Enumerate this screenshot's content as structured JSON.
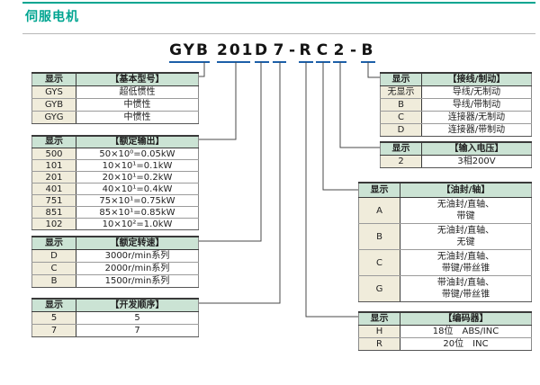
{
  "page": {
    "title": "伺服电机",
    "accent_color": "#00a591",
    "underline_color": "#1c5fa8"
  },
  "model_code": {
    "full": "GYB201D7-RC2-B",
    "segments": [
      "GYB",
      "201",
      "D",
      "7",
      "-",
      "R",
      "C",
      "2",
      "-",
      "B"
    ]
  },
  "tables": {
    "basic_model": {
      "col_display": "显示",
      "title": "【基本型号】",
      "rows": [
        {
          "code": "GYS",
          "desc": "超低惯性"
        },
        {
          "code": "GYB",
          "desc": "中惯性"
        },
        {
          "code": "GYG",
          "desc": "中惯性"
        }
      ]
    },
    "rated_output": {
      "col_display": "显示",
      "title": "【额定输出】",
      "rows": [
        {
          "code": "500",
          "desc": "50×10⁰=0.05kW"
        },
        {
          "code": "101",
          "desc": "10×10¹=0.1kW"
        },
        {
          "code": "201",
          "desc": "20×10¹=0.2kW"
        },
        {
          "code": "401",
          "desc": "40×10¹=0.4kW"
        },
        {
          "code": "751",
          "desc": "75×10¹=0.75kW"
        },
        {
          "code": "851",
          "desc": "85×10¹=0.85kW"
        },
        {
          "code": "102",
          "desc": "10×10²=1.0kW"
        }
      ]
    },
    "rated_speed": {
      "col_display": "显示",
      "title": "【额定转速】",
      "rows": [
        {
          "code": "D",
          "desc": "3000r/min系列"
        },
        {
          "code": "C",
          "desc": "2000r/min系列"
        },
        {
          "code": "B",
          "desc": "1500r/min系列"
        }
      ]
    },
    "dev_order": {
      "col_display": "显示",
      "title": "【开发顺序】",
      "rows": [
        {
          "code": "5",
          "desc": "5"
        },
        {
          "code": "7",
          "desc": "7"
        }
      ]
    },
    "wiring_brake": {
      "col_display": "显示",
      "title": "【接线/制动】",
      "rows": [
        {
          "code": "无显示",
          "desc": "导线/无制动"
        },
        {
          "code": "B",
          "desc": "导线/带制动"
        },
        {
          "code": "C",
          "desc": "连接器/无制动"
        },
        {
          "code": "D",
          "desc": "连接器/带制动"
        }
      ]
    },
    "input_voltage": {
      "col_display": "显示",
      "title": "【输入电压】",
      "rows": [
        {
          "code": "2",
          "desc": "3相200V"
        }
      ]
    },
    "oilseal_shaft": {
      "col_display": "显示",
      "title": "【油封/轴】",
      "rows": [
        {
          "code": "A",
          "desc": "无油封/直轴、\n带键"
        },
        {
          "code": "B",
          "desc": "无油封/直轴、\n无键"
        },
        {
          "code": "C",
          "desc": "无油封/直轴、\n带键/带丝锥"
        },
        {
          "code": "G",
          "desc": "带油封/直轴、\n带键/带丝锥"
        }
      ]
    },
    "encoder": {
      "col_display": "显示",
      "title": "【编码器】",
      "rows": [
        {
          "code": "H",
          "desc": "18位　ABS/INC"
        },
        {
          "code": "R",
          "desc": "20位　INC"
        }
      ]
    }
  }
}
